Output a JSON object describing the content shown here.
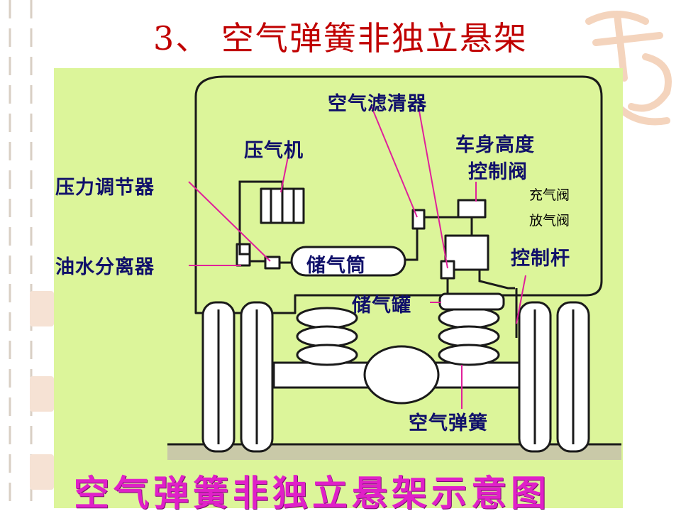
{
  "slide": {
    "title": "3、  空气弹簧非独立悬架",
    "caption": "空气弹簧非独立悬架示意图"
  },
  "labels": {
    "air_filter": "空气滤清器",
    "compressor": "压气机",
    "height_valve_line1": "车身高度",
    "height_valve_line2": "控制阀",
    "inflate_valve": "充气阀",
    "deflate_valve": "放气阀",
    "pressure_regulator": "压力调节器",
    "oil_water_separator": "油水分离器",
    "reservoir": "储气筒",
    "control_rod": "控制杆",
    "air_tank": "储气罐",
    "air_spring": "空气弹簧"
  },
  "colors": {
    "title": "#c00000",
    "panel": "#dcf59a",
    "label": "#10106a",
    "caption": "#e020c8",
    "leader": "#e0209a"
  }
}
